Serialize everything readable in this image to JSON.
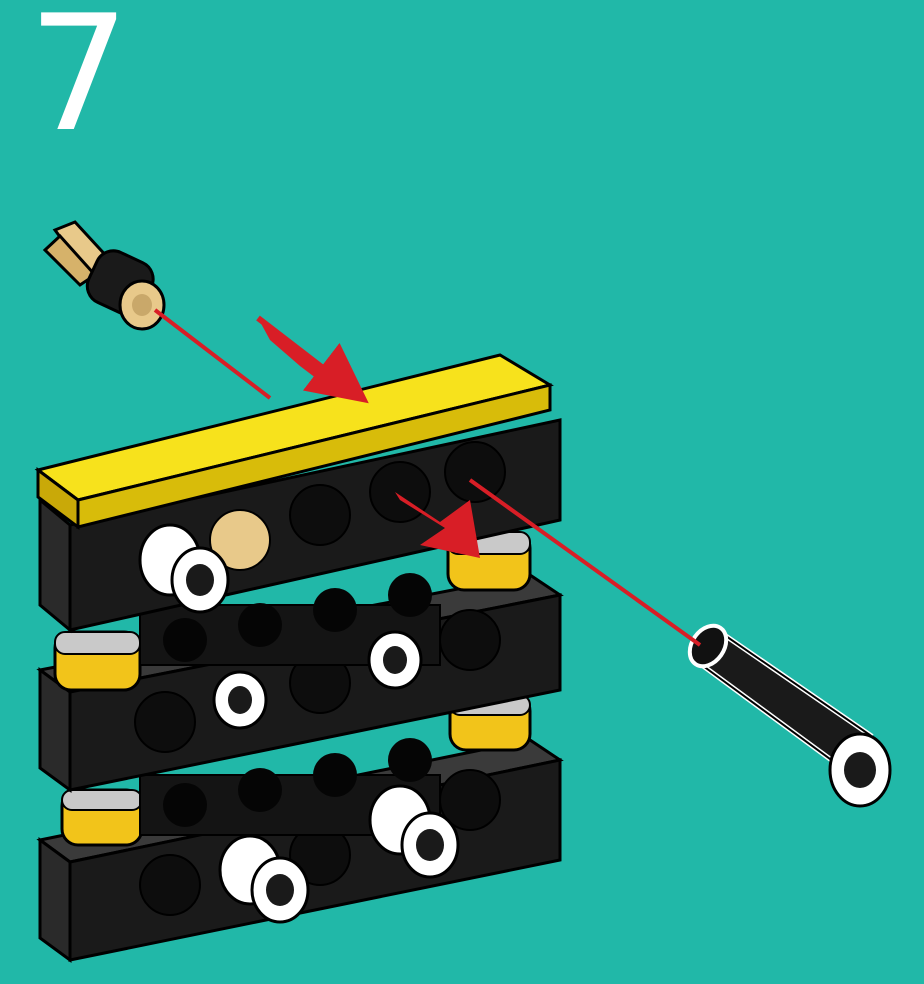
{
  "step": {
    "number": "7"
  },
  "colors": {
    "background": "#21b8a8",
    "beam_black": "#1a1a1a",
    "beam_yellow": "#f7e21c",
    "connector_tan": "#e8c98a",
    "pin_white": "#ffffff",
    "arrow_red": "#d81e26"
  },
  "parts": [
    {
      "name": "black-beam",
      "color": "black",
      "count": 3
    },
    {
      "name": "yellow-plate",
      "color": "yellow",
      "count": 1
    },
    {
      "name": "tan-axle-pin",
      "color": "tan",
      "count": 1
    },
    {
      "name": "black-axle-pin-long",
      "color": "black",
      "count": 1
    },
    {
      "name": "white-friction-pin",
      "color": "white",
      "count": 5
    },
    {
      "name": "yellow-bushing",
      "color": "yellow",
      "count": 4
    }
  ]
}
